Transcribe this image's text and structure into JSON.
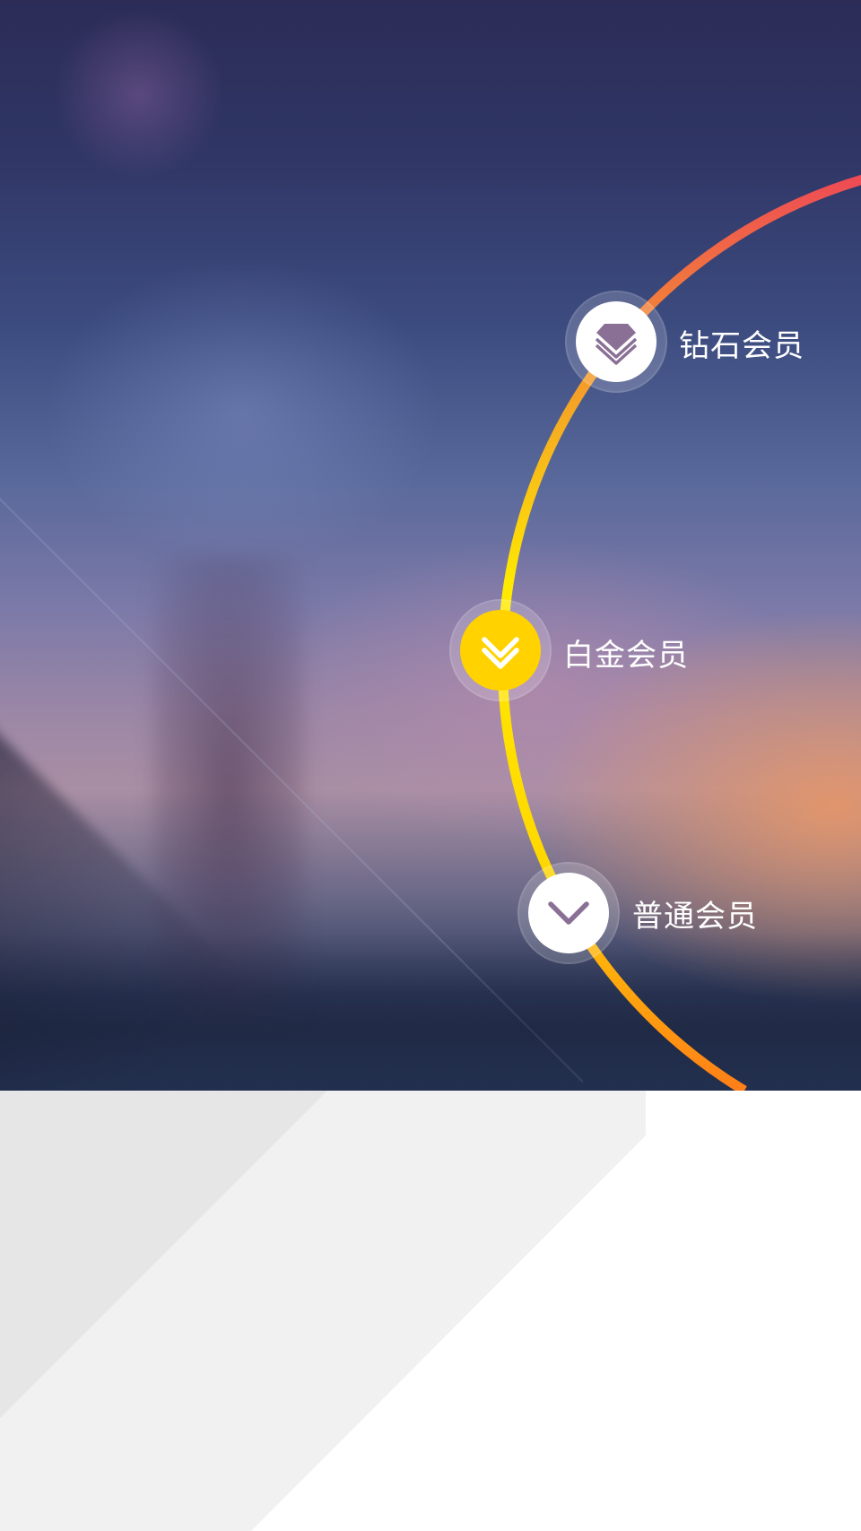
{
  "levels": [
    {
      "label": "钻石会员",
      "icon": "diamond-icon",
      "active": false
    },
    {
      "label": "白金会员",
      "icon": "double-chevron-icon",
      "active": true
    },
    {
      "label": "普通会员",
      "icon": "chevron-down-icon",
      "active": false
    }
  ],
  "colors": {
    "arc_top": "#ee4a55",
    "arc_mid": "#ffea00",
    "arc_bottom": "#ff7e18",
    "active_node": "#ffd200",
    "icon_purple": "#8a7095"
  }
}
